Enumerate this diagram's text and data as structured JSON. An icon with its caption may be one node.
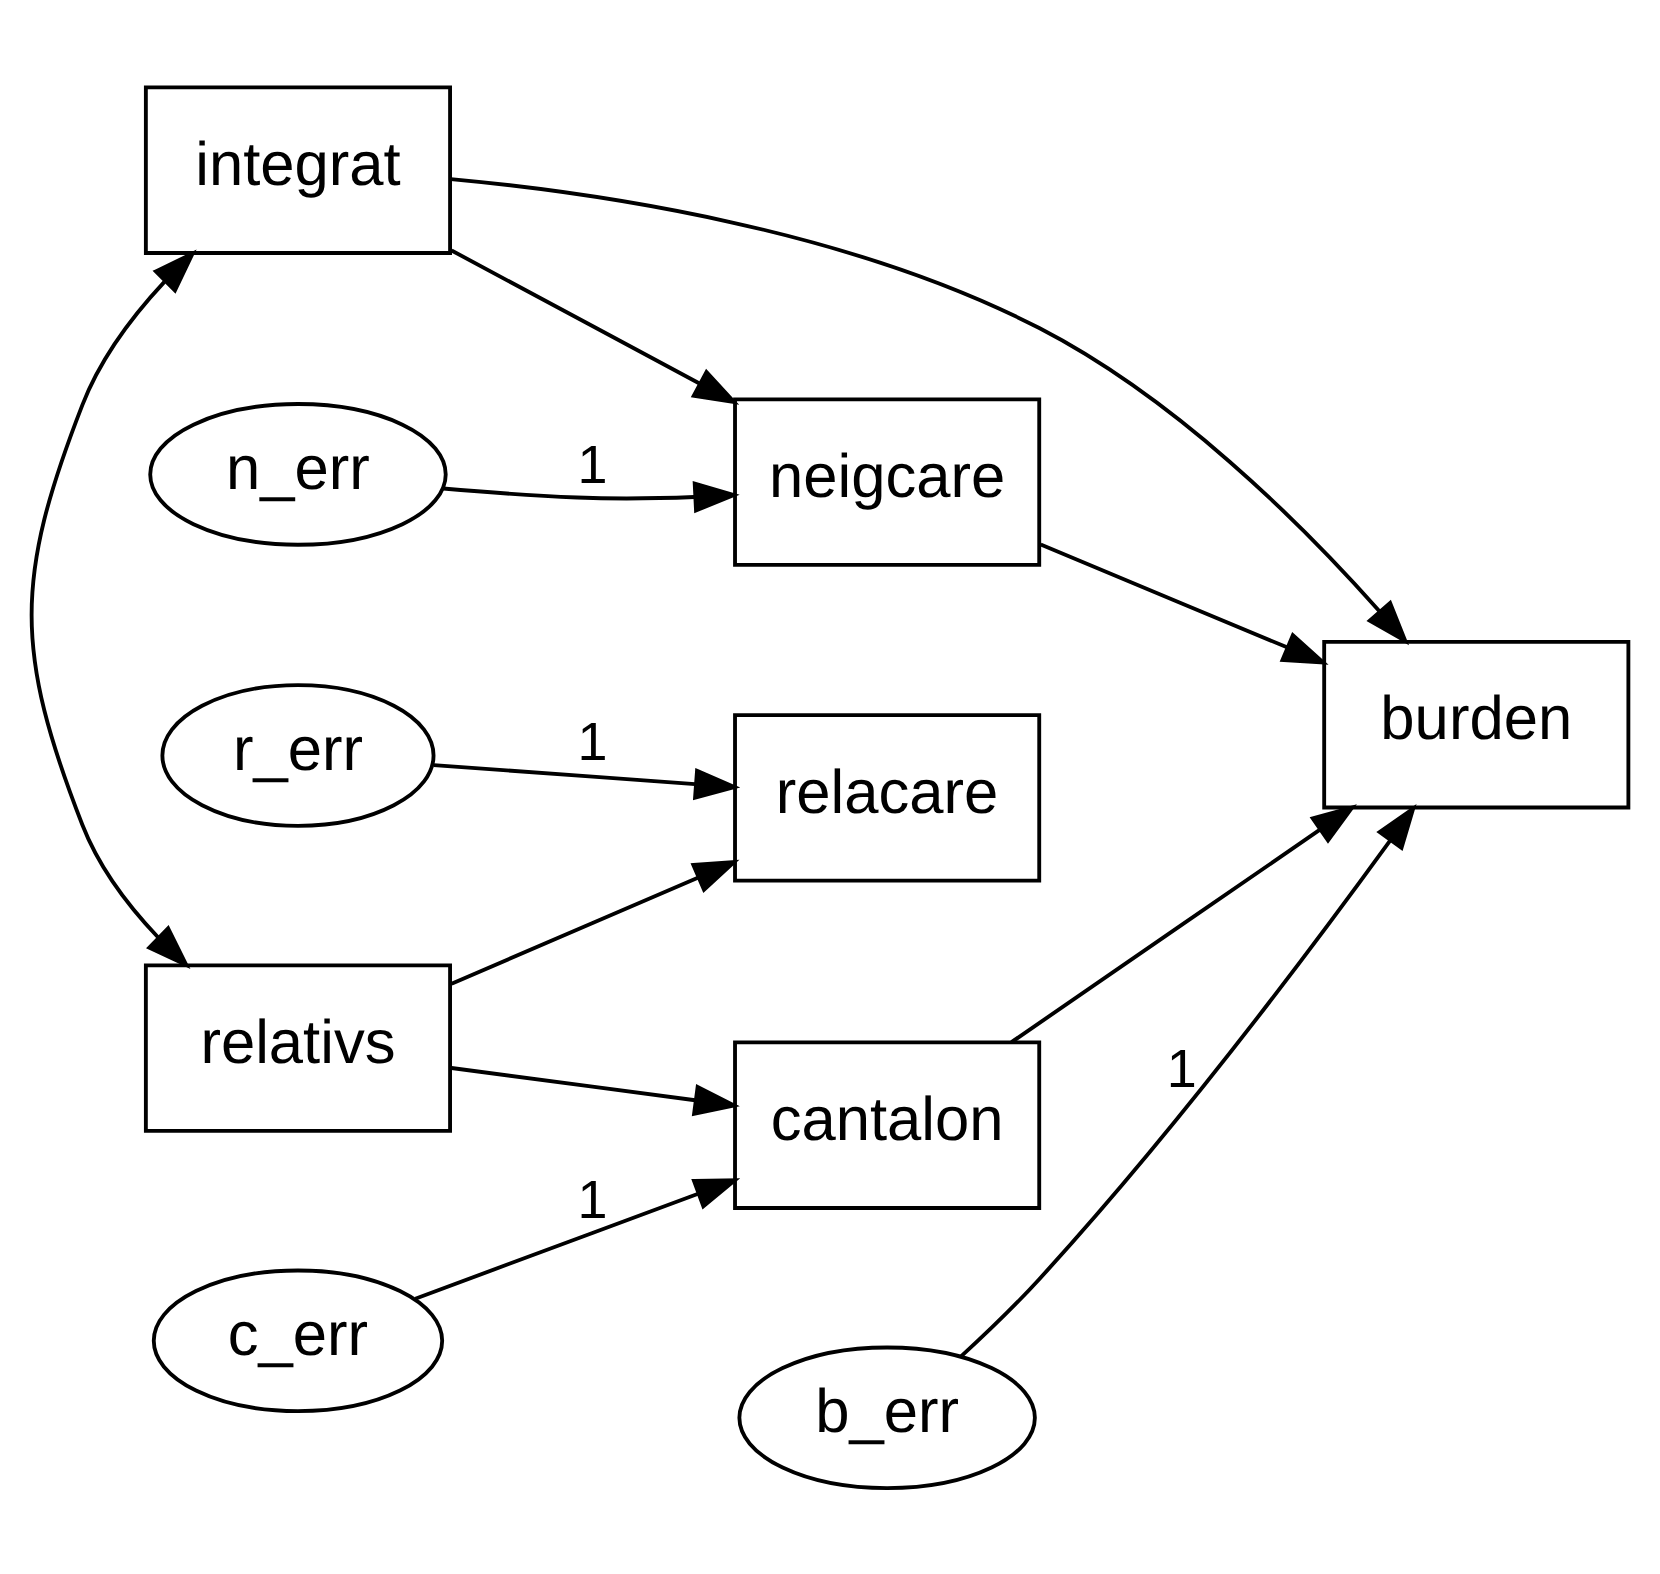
{
  "diagram": {
    "nodes": [
      {
        "text": [
          "n_err"
        ]
      },
      {
        "text": [
          "neigcare"
        ]
      },
      {
        "text": [
          "integrat"
        ]
      },
      {
        "text": [
          "b_err"
        ]
      },
      {
        "text": [
          "burden"
        ]
      },
      {
        "text": [
          "relativs"
        ]
      },
      {
        "text": [
          "c_err"
        ]
      },
      {
        "text": [
          "cantalon"
        ]
      },
      {
        "text": [
          "r_err"
        ]
      },
      {
        "text": [
          "relacare"
        ]
      }
    ],
    "edges": [
      {
        "from": 0,
        "to": 1,
        "arrow": "to",
        "label": "1"
      },
      {
        "from": 2,
        "to": 1,
        "arrow": "to"
      },
      {
        "from": 1,
        "to": 4,
        "arrow": "to"
      },
      {
        "from": 2,
        "to": 4,
        "arrow": "to"
      },
      {
        "from": 3,
        "to": 4,
        "arrow": "to",
        "label": "1"
      },
      {
        "from": 2,
        "to": 5,
        "arrow": "both"
      },
      {
        "from": 5,
        "to": 7,
        "arrow": "to"
      },
      {
        "from": 6,
        "to": 7,
        "arrow": "to",
        "label": "1"
      },
      {
        "from": 7,
        "to": 4,
        "arrow": "to"
      },
      {
        "from": 5,
        "to": 9,
        "arrow": "to"
      },
      {
        "from": 8,
        "to": 9,
        "arrow": "to",
        "label": "1"
      }
    ]
  }
}
